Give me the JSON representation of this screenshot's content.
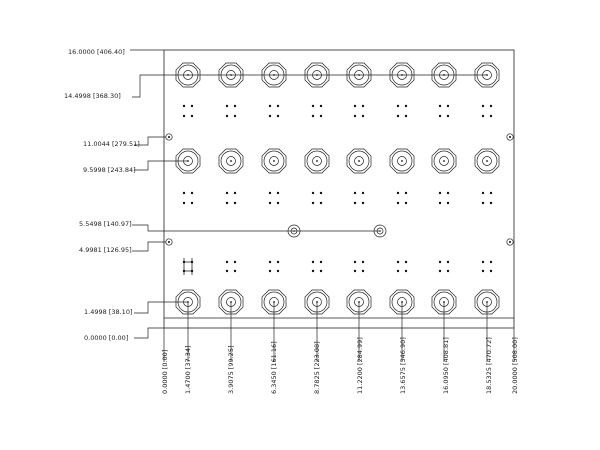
{
  "drawing": {
    "left_dims": [
      {
        "text": "16.0000 [406.40]"
      },
      {
        "text": "14.4998 [368.30]"
      },
      {
        "text": "11.0044 [279.51]"
      },
      {
        "text": "9.5998 [243.84]"
      },
      {
        "text": "5.5498 [140.97]"
      },
      {
        "text": "4.9981 [126.95]"
      },
      {
        "text": "1.4998 [38.10]"
      },
      {
        "text": "0.0000 [0.00]"
      }
    ],
    "bottom_dims": [
      {
        "text": "0.0000 [0.00]"
      },
      {
        "text": "1.4700 [37.34]"
      },
      {
        "text": "3.9075 [99.25]"
      },
      {
        "text": "6.3450 [161.16]"
      },
      {
        "text": "8.7825 [223.08]"
      },
      {
        "text": "11.2200 [284.99]"
      },
      {
        "text": "13.6575 [346.90]"
      },
      {
        "text": "16.0950 [408.81]"
      },
      {
        "text": "18.5325 [470.72]"
      },
      {
        "text": "20.0000 [508.00]"
      }
    ]
  }
}
